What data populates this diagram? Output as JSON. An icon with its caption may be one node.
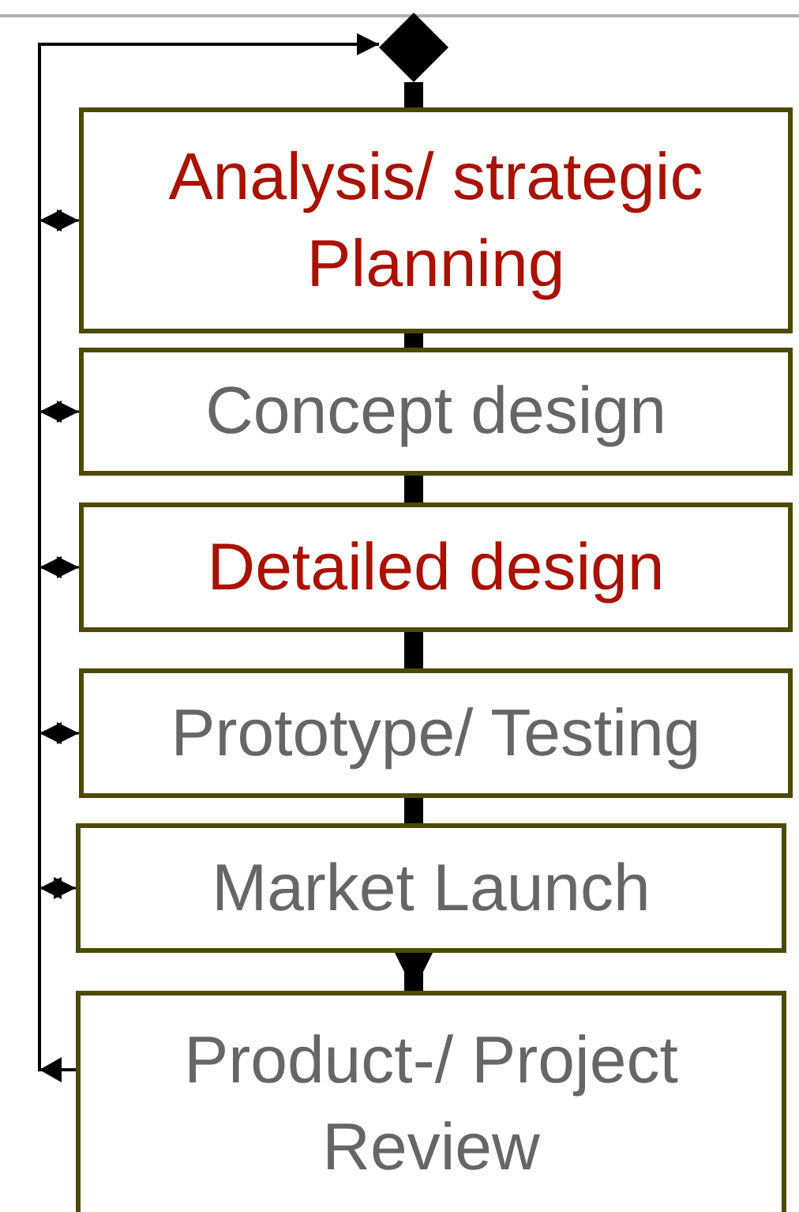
{
  "diagram": {
    "nodes": [
      {
        "text": [],
        "shape": "diamond"
      },
      {
        "text": [
          "Analysis/ strategic Planning"
        ]
      },
      {
        "text": [
          "Concept design"
        ]
      },
      {
        "text": [
          "Detailed design"
        ]
      },
      {
        "text": [
          "Prototype/ Testing"
        ]
      },
      {
        "text": [
          "Market Launch"
        ]
      },
      {
        "text": [
          "Product-/ Project Review"
        ]
      }
    ],
    "edges": [
      {
        "from": 6,
        "to": 0,
        "arrow": "to"
      },
      {
        "from": 0,
        "to": 1,
        "arrow": "none",
        "style": "thick"
      },
      {
        "from": 1,
        "to": 2,
        "arrow": "none",
        "style": "thick"
      },
      {
        "from": 2,
        "to": 3,
        "arrow": "none",
        "style": "thick"
      },
      {
        "from": 3,
        "to": 4,
        "arrow": "none",
        "style": "thick"
      },
      {
        "from": 4,
        "to": 5,
        "arrow": "none",
        "style": "thick"
      },
      {
        "from": 5,
        "to": 6,
        "arrow": "to",
        "style": "thick"
      },
      {
        "from": null,
        "to": 1,
        "arrow": "both"
      },
      {
        "from": null,
        "to": 2,
        "arrow": "both"
      },
      {
        "from": null,
        "to": 3,
        "arrow": "both"
      },
      {
        "from": null,
        "to": 4,
        "arrow": "both"
      },
      {
        "from": null,
        "to": 5,
        "arrow": "both"
      }
    ]
  }
}
